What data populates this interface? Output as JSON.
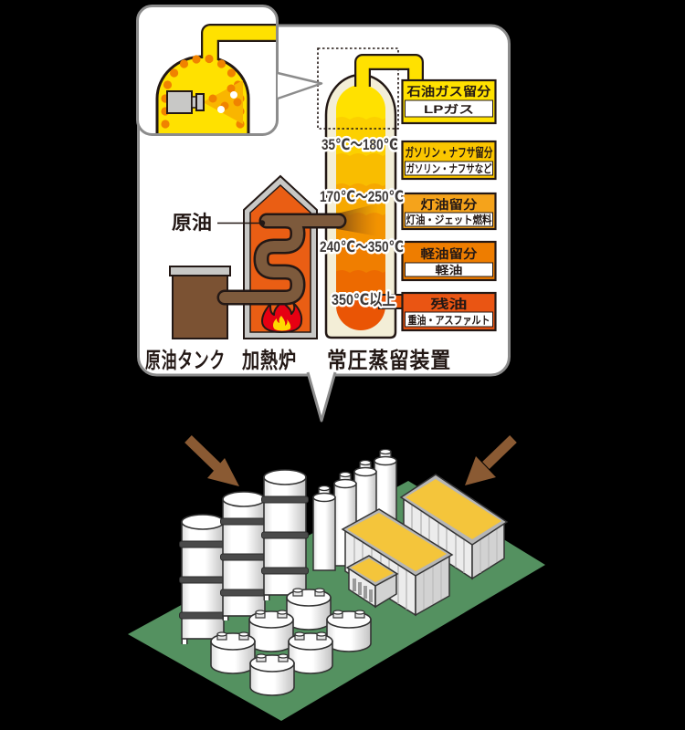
{
  "colors": {
    "background": "#000000",
    "panel_white": "#ffffff",
    "lpg_yellow": "#ffe100",
    "naphtha_gold": "#fbc600",
    "kerosene_orange": "#f5a31b",
    "diesel_orange": "#ee7d00",
    "residue_red": "#ea5513",
    "column_wall_cream": "#f3eed7",
    "crude_brown": "#7d5a3c",
    "tank_brown": "#7b5233",
    "furnace_orange": "#ea5e14",
    "flame_red": "#e60012",
    "flame_core_yellow": "#ffd800",
    "arrow_brown": "#8a5a33",
    "ground_green": "#549160",
    "roof_yellow": "#f4c53b"
  },
  "panel": {
    "crude_oil_label": "原油",
    "tank_label": "原油タンク",
    "furnace_label": "加熱炉",
    "column_label": "常圧蒸留装置",
    "temperatures": [
      "35℃〜180℃",
      "170℃〜250℃",
      "240℃〜350℃",
      "350℃以上"
    ],
    "fractions": [
      {
        "name": "石油ガス留分",
        "product": "LPガス"
      },
      {
        "name": "ガソリン・ナフサ留分",
        "product": "ガソリン・ナフサなど"
      },
      {
        "name": "灯油留分",
        "product": "灯油・ジェット燃料"
      },
      {
        "name": "軽油留分",
        "product": "軽油"
      },
      {
        "name": "残油",
        "product": "重油・アスファルト"
      }
    ]
  }
}
